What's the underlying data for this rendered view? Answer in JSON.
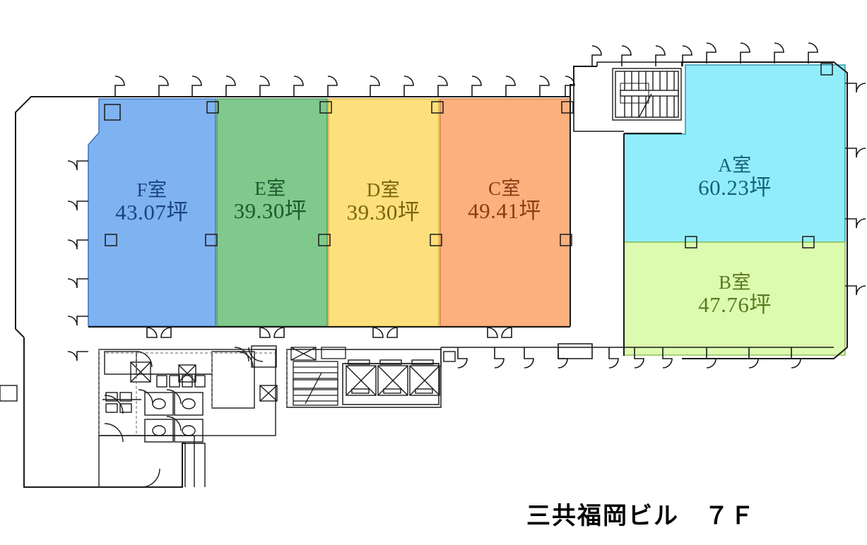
{
  "title": {
    "building": "三共福岡ビル",
    "floor": "７Ｆ",
    "full": "三共福岡ビル　７Ｆ"
  },
  "plan": {
    "type": "floor-plan",
    "unit": "坪",
    "total_rooms": 6,
    "wall_color": "#1a1a1a",
    "background": "#ffffff"
  },
  "rooms": [
    {
      "id": "A",
      "name": "A室",
      "area": "60.23坪",
      "area_value": 60.23,
      "fill": "#92edfb",
      "stroke": "#2f9fb5",
      "text_color": "#14627a"
    },
    {
      "id": "B",
      "name": "B室",
      "area": "47.76坪",
      "area_value": 47.76,
      "fill": "#ddfbaf",
      "stroke": "#8cc45a",
      "text_color": "#5c7a22"
    },
    {
      "id": "C",
      "name": "C室",
      "area": "49.41坪",
      "area_value": 49.41,
      "fill": "#fcb07e",
      "stroke": "#d98248",
      "text_color": "#8a3c12"
    },
    {
      "id": "D",
      "name": "D室",
      "area": "39.30坪",
      "area_value": 39.3,
      "fill": "#fde07b",
      "stroke": "#d9b63c",
      "text_color": "#7a6410"
    },
    {
      "id": "E",
      "name": "E室",
      "area": "39.30坪",
      "area_value": 39.3,
      "fill": "#7fc98c",
      "stroke": "#4f9a5f",
      "text_color": "#1d5a2c"
    },
    {
      "id": "F",
      "name": "F室",
      "area": "43.07坪",
      "area_value": 43.07,
      "fill": "#7fb2f0",
      "stroke": "#3f78c2",
      "text_color": "#1a4480"
    }
  ],
  "core": {
    "elevators": 3,
    "stairs": 2,
    "restrooms": 2
  }
}
